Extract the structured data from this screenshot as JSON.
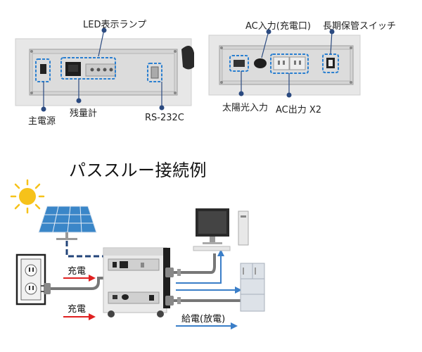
{
  "panels": {
    "left": {
      "labels": {
        "led_lamp": "LED表示ランプ",
        "main_power": "主電源",
        "battery_meter": "残量計",
        "rs232c": "RS-232C"
      }
    },
    "right": {
      "labels": {
        "ac_input": "AC入力(充電口)",
        "storage_switch": "長期保管スイッチ",
        "solar_input": "太陽光入力",
        "ac_output": "AC出力 X2"
      }
    }
  },
  "diagram": {
    "title": "パススルー接続例",
    "charge_top": "充電",
    "charge_bottom": "充電",
    "supply": "給電(放電)"
  },
  "colors": {
    "callout_blue": "#2a7fd0",
    "dot_navy": "#2b4a80",
    "arrow_red": "#e02020",
    "arrow_blue": "#3a7ec8",
    "dashed_navy": "#23457a",
    "cable_gray": "#777777",
    "sun_yellow": "#f6c21a"
  }
}
